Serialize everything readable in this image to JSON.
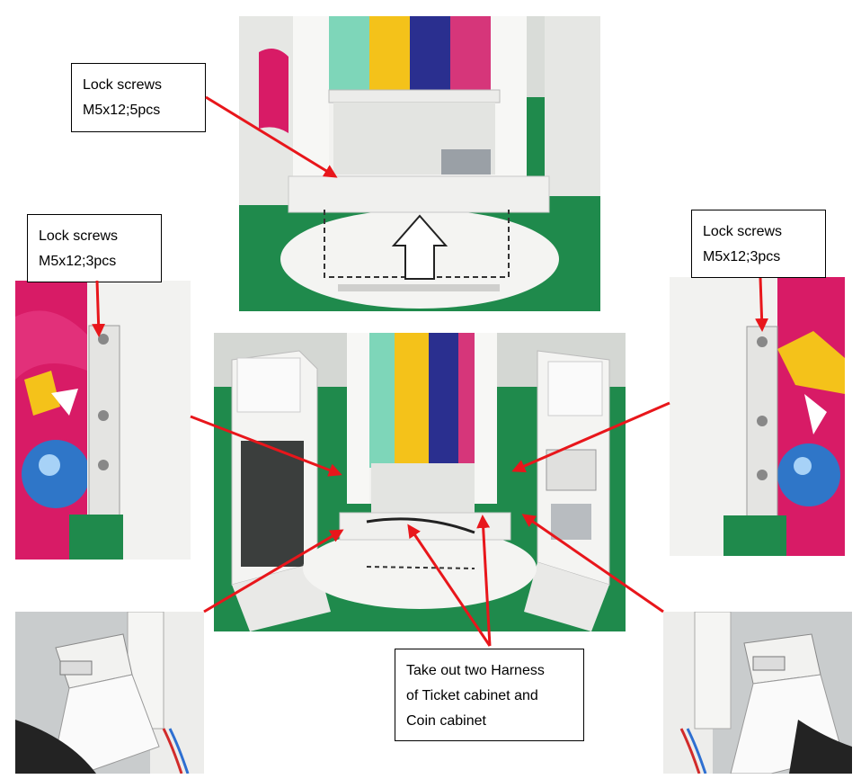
{
  "callouts": {
    "top": {
      "line1": "Lock screws",
      "line2": "M5x12;5pcs"
    },
    "left": {
      "line1": "Lock screws",
      "line2": "M5x12;3pcs"
    },
    "right": {
      "line1": "Lock screws",
      "line2": "M5x12;3pcs"
    },
    "harness": {
      "line1": "Take out two Harness",
      "line2": "of Ticket cabinet and",
      "line3": "Coin cabinet"
    }
  },
  "colors": {
    "arrow": "#e8161b",
    "floor": "#1f8a4c",
    "stripe_mint": "#7ed6b9",
    "stripe_yellow": "#f4c21a",
    "stripe_navy": "#2a2f8f",
    "stripe_magenta": "#d6367a",
    "panel_white": "#f2f2f0",
    "artwork_pink": "#d81b66"
  }
}
